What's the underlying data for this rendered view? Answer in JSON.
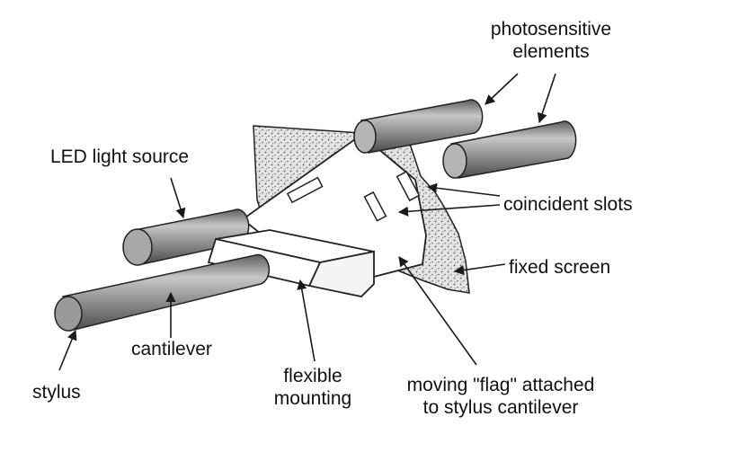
{
  "labels": {
    "photosensitive": [
      "photosensitive",
      "elements"
    ],
    "led": "LED light source",
    "coincident": "coincident slots",
    "fixed_screen": "fixed screen",
    "cantilever": "cantilever",
    "stylus": "stylus",
    "flexible": [
      "flexible",
      "mounting"
    ],
    "flag": [
      "moving \"flag\" attached",
      "to stylus cantilever"
    ]
  },
  "colors": {
    "rod_fill": "#8c8c8c",
    "rod_highlight": "#cfcfcf",
    "stipple": "#555555",
    "line": "#1a1a1a"
  }
}
